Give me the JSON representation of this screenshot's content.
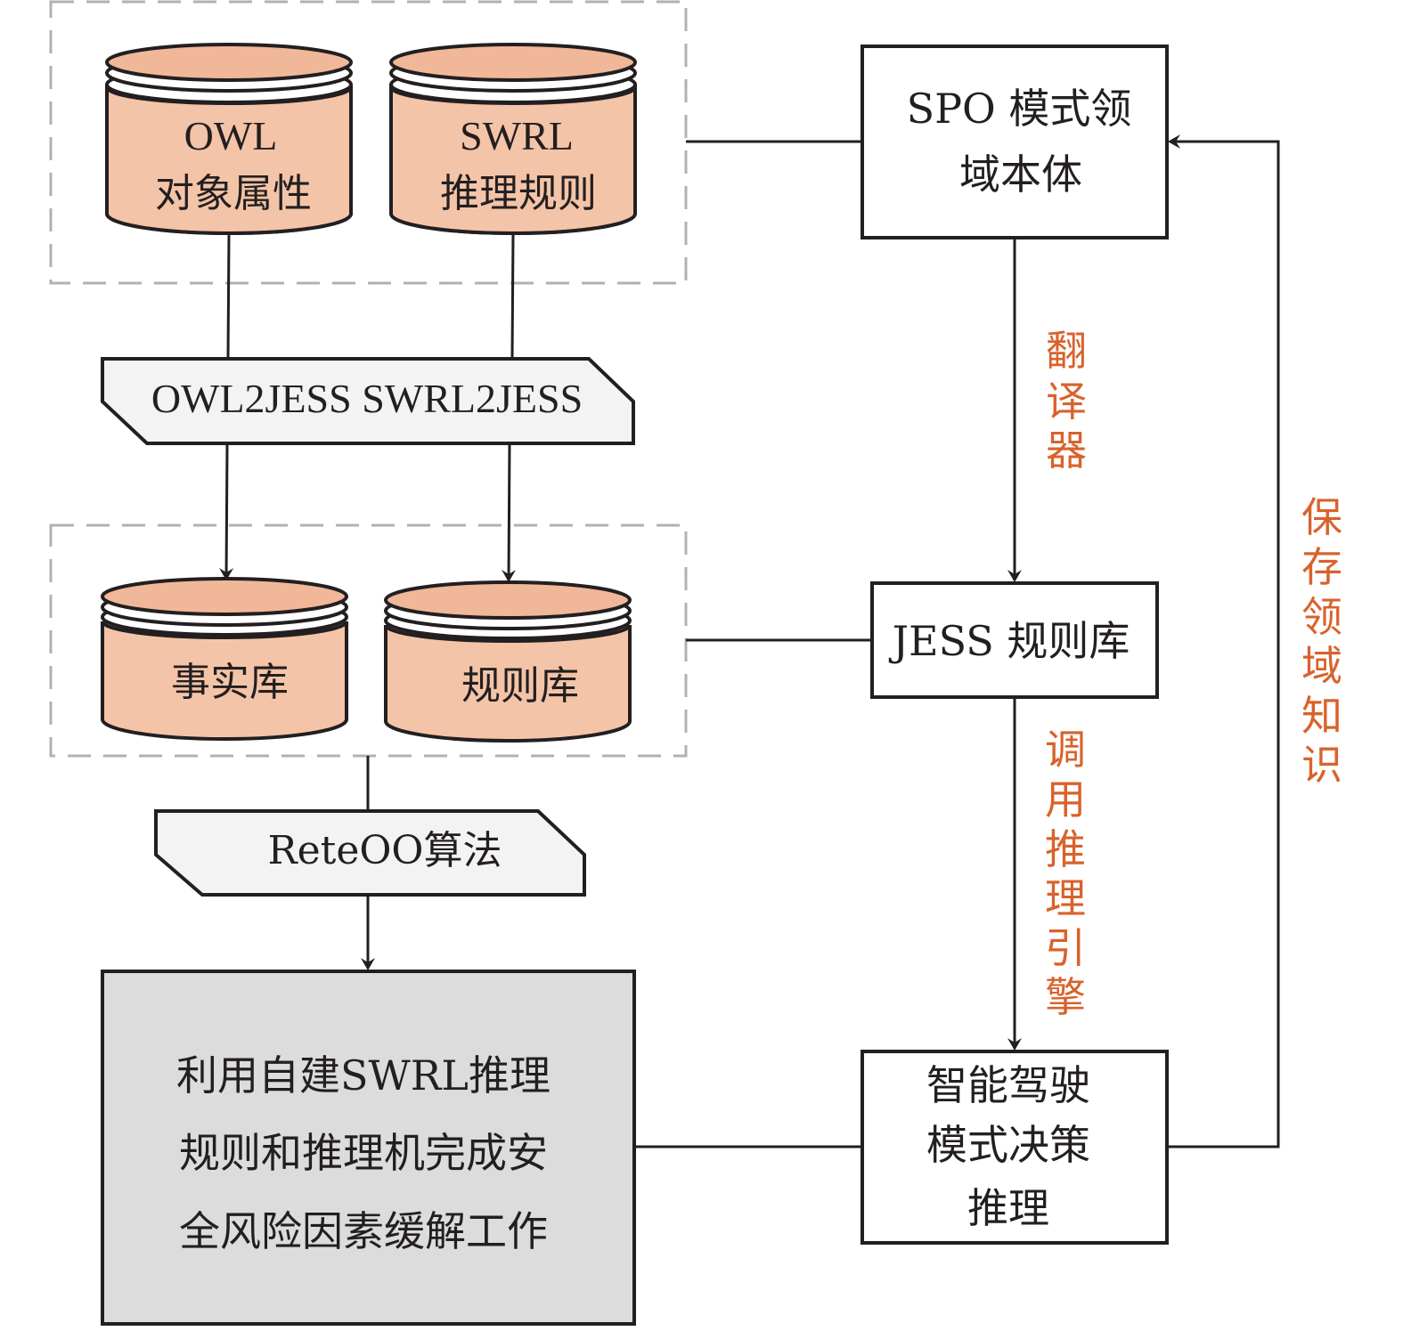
{
  "diagram": {
    "colors": {
      "cylinder_fill": "#f4c4a8",
      "cylinder_top": "#f0b799",
      "process_fill": "#f3f3f3",
      "output_fill": "#dcdcdc",
      "edge_label": "#d9622b",
      "group_border": "#b1b1b1",
      "stroke": "#231f20"
    },
    "groups": {
      "source_group": "source-databases",
      "jess_group": "jess-databases"
    },
    "cylinders": {
      "owl": {
        "line1": "OWL",
        "line2": "对象属性"
      },
      "swrl": {
        "line1": "SWRL",
        "line2": "推理规则"
      },
      "facts": {
        "label": "事实库"
      },
      "rules": {
        "label": "规则库"
      }
    },
    "processes": {
      "converter": {
        "label": "OWL2JESS SWRL2JESS"
      },
      "rete": {
        "label": "ReteOO算法"
      }
    },
    "output_box": {
      "lines": [
        "利用自建SWRL推理",
        "规则和推理机完成安",
        "全风险因素缓解工作"
      ]
    },
    "right_boxes": {
      "ontology": {
        "line1": "SPO 模式领",
        "line2": "域本体"
      },
      "jess_rules": {
        "label": "JESS 规则库"
      },
      "decision": {
        "line1": "智能驾驶",
        "line2": "模式决策",
        "line3": "推理"
      }
    },
    "edge_labels": {
      "translator": [
        "翻",
        "译",
        "器"
      ],
      "invoke_engine": [
        "调",
        "用",
        "推",
        "理",
        "引",
        "擎"
      ],
      "save_knowledge": [
        "保",
        "存",
        "领",
        "域",
        "知",
        "识"
      ]
    }
  }
}
